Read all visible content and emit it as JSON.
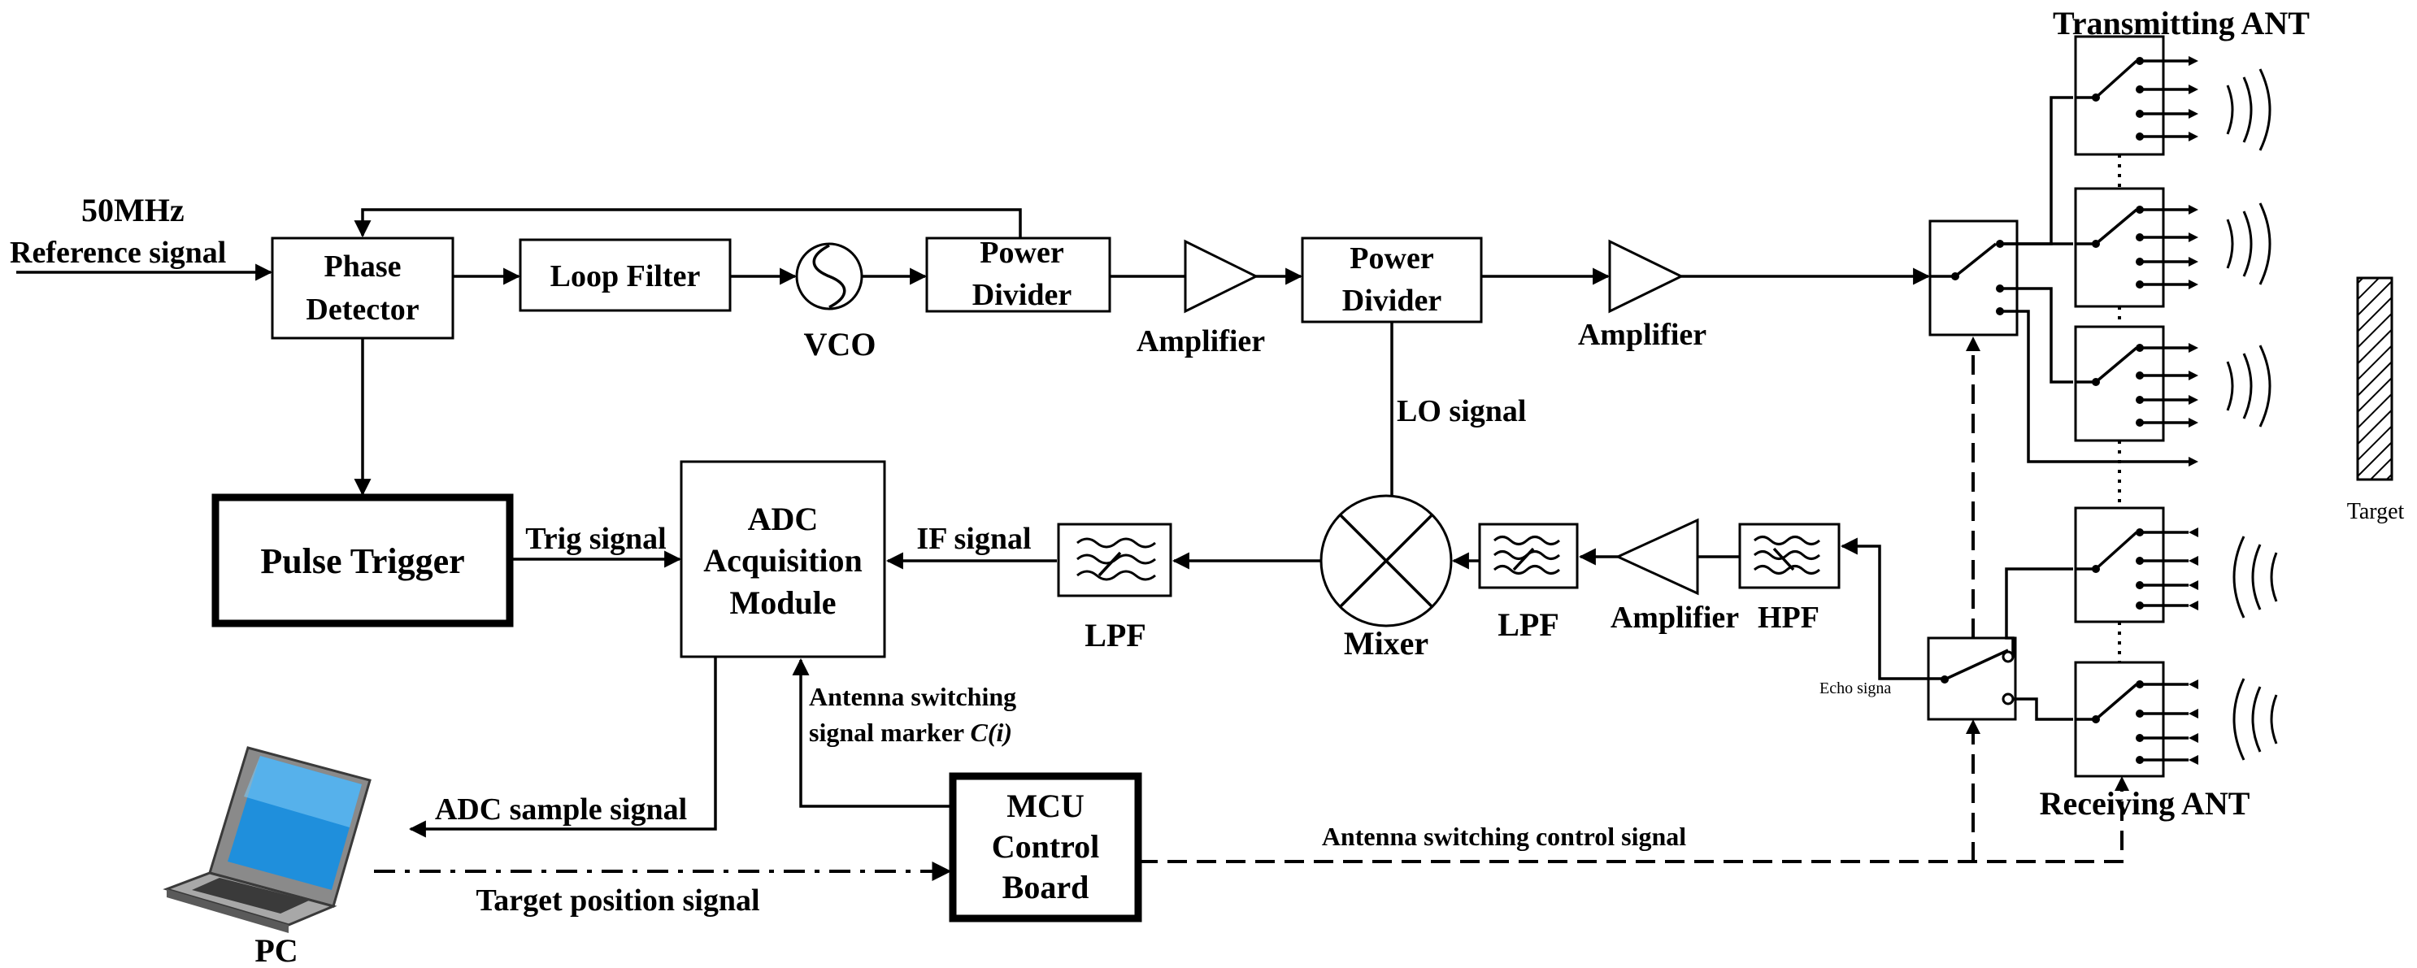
{
  "labels": {
    "ref_freq": "50MHz",
    "ref_signal": "Reference signal",
    "phase_detector_1": "Phase",
    "phase_detector_2": "Detector",
    "loop_filter": "Loop Filter",
    "vco": "VCO",
    "power_divider1_1": "Power",
    "power_divider1_2": "Divider",
    "amplifier1": "Amplifier",
    "power_divider2_1": "Power",
    "power_divider2_2": "Divider",
    "amplifier2": "Amplifier",
    "transmitting_ant": "Transmitting ANT",
    "lo_signal": "LO signal",
    "pulse_trigger": "Pulse Trigger",
    "trig_signal": "Trig signal",
    "adc_1": "ADC",
    "adc_2": "Acquisition",
    "adc_3": "Module",
    "if_signal": "IF signal",
    "lpf1": "LPF",
    "mixer": "Mixer",
    "lpf2": "LPF",
    "amplifier3": "Amplifier",
    "hpf": "HPF",
    "echo_signal": "Echo signa",
    "target": "Target",
    "receiving_ant": "Receiving ANT",
    "ant_marker_1": "Antenna switching",
    "ant_marker_2": "signal marker",
    "ant_marker_ci": "C(i)",
    "adc_sample": "ADC sample signal",
    "mcu_1": "MCU",
    "mcu_2": "Control",
    "mcu_3": "Board",
    "ant_ctrl": "Antenna switching control signal",
    "target_pos": "Target position signal",
    "pc": "PC"
  },
  "colors": {
    "laptop_screen": "#1f8fdc",
    "laptop_screen_light": "#7cc8f5",
    "laptop_body": "#8a8a8a",
    "laptop_dark": "#3a3a3a",
    "target_hatch": "#000000"
  }
}
